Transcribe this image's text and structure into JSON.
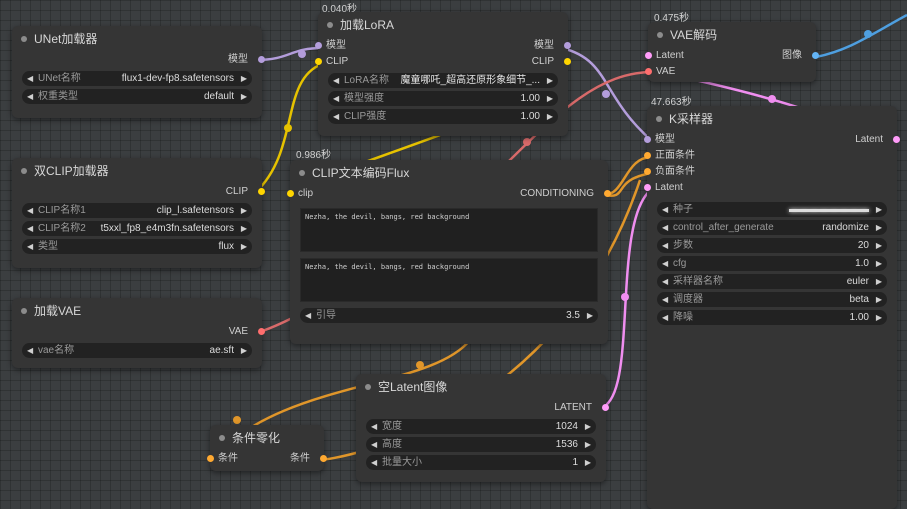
{
  "timings": {
    "lora": "0.040秒",
    "clip_encode": "0.986秒",
    "vae_decode": "0.475秒",
    "ksampler": "47.663秒"
  },
  "unet_loader": {
    "title": "UNet加载器",
    "out_label": "模型",
    "widgets": [
      {
        "name": "UNet名称",
        "value": "flux1-dev-fp8.safetensors"
      },
      {
        "name": "权重类型",
        "value": "default"
      }
    ]
  },
  "dual_clip": {
    "title": "双CLIP加载器",
    "out_label": "CLIP",
    "widgets": [
      {
        "name": "CLIP名称1",
        "value": "clip_l.safetensors"
      },
      {
        "name": "CLIP名称2",
        "value": "t5xxl_fp8_e4m3fn.safetensors"
      },
      {
        "name": "类型",
        "value": "flux"
      }
    ]
  },
  "load_vae": {
    "title": "加载VAE",
    "out_label": "VAE",
    "widgets": [
      {
        "name": "vae名称",
        "value": "ae.sft"
      }
    ]
  },
  "lora": {
    "title": "加载LoRA",
    "in_model": "模型",
    "in_clip": "CLIP",
    "out_model": "模型",
    "out_clip": "CLIP",
    "widgets": [
      {
        "name": "LoRA名称",
        "value": "魔童哪吒_超高还原形象细节_..."
      },
      {
        "name": "模型强度",
        "value": "1.00"
      },
      {
        "name": "CLIP强度",
        "value": "1.00"
      }
    ]
  },
  "clip_encode": {
    "title": "CLIP文本编码Flux",
    "in_clip": "clip",
    "out_label": "CONDITIONING",
    "text1": "Nezha, the devil, bangs, red background",
    "text2": "Nezha, the devil, bangs, red background",
    "widgets": [
      {
        "name": "引导",
        "value": "3.5"
      }
    ]
  },
  "vae_decode": {
    "title": "VAE解码",
    "in_latent": "Latent",
    "in_vae": "VAE",
    "out_label": "图像"
  },
  "ksampler": {
    "title": "K采样器",
    "in_model": "模型",
    "in_pos": "正面条件",
    "in_neg": "负面条件",
    "in_latent": "Latent",
    "out_label": "Latent",
    "widgets": [
      {
        "name": "种子",
        "value": "▬▬▬▬▬▬▬▬"
      },
      {
        "name": "control_after_generate",
        "value": "randomize"
      },
      {
        "name": "步数",
        "value": "20"
      },
      {
        "name": "cfg",
        "value": "1.0"
      },
      {
        "name": "采样器名称",
        "value": "euler"
      },
      {
        "name": "调度器",
        "value": "beta"
      },
      {
        "name": "降噪",
        "value": "1.00"
      }
    ]
  },
  "empty_latent": {
    "title": "空Latent图像",
    "out_label": "LATENT",
    "widgets": [
      {
        "name": "宽度",
        "value": "1024"
      },
      {
        "name": "高度",
        "value": "1536"
      },
      {
        "name": "批量大小",
        "value": "1"
      }
    ]
  },
  "cond_zero": {
    "title": "条件零化",
    "in_label": "条件",
    "out_label": "条件"
  },
  "colors": {
    "model": "#b39ddb",
    "clip": "#ffd500",
    "vae": "#ff6e6e",
    "conditioning": "#ffa931",
    "latent": "#ff9cf9",
    "image": "#64b5f6"
  }
}
